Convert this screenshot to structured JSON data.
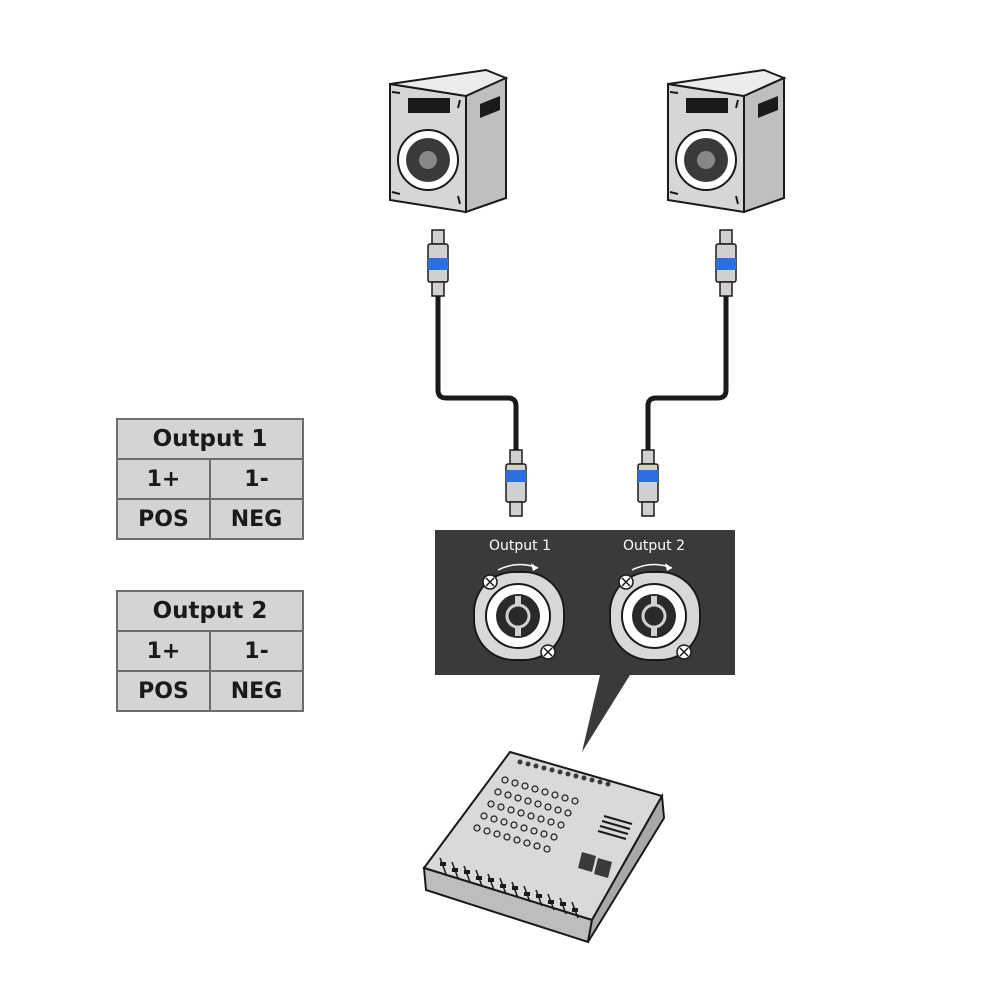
{
  "panel": {
    "jacks": [
      {
        "label": "Output 1"
      },
      {
        "label": "Output 2"
      }
    ]
  },
  "tables": [
    {
      "title": "Output 1",
      "pins": [
        "1+",
        "1-"
      ],
      "roles": [
        "POS",
        "NEG"
      ]
    },
    {
      "title": "Output 2",
      "pins": [
        "1+",
        "1-"
      ],
      "roles": [
        "POS",
        "NEG"
      ]
    }
  ],
  "colors": {
    "connector_band": "#2b6fe0",
    "panel_bg": "#3a3a3a",
    "table_bg": "#d4d4d4",
    "table_border": "#6d6d6d",
    "device_fill": "#d9d9d9",
    "outline": "#1a1a1a"
  },
  "icons": [
    "speaker-icon",
    "speakon-plug-icon",
    "speakon-jack-icon",
    "mixer-console-icon"
  ]
}
